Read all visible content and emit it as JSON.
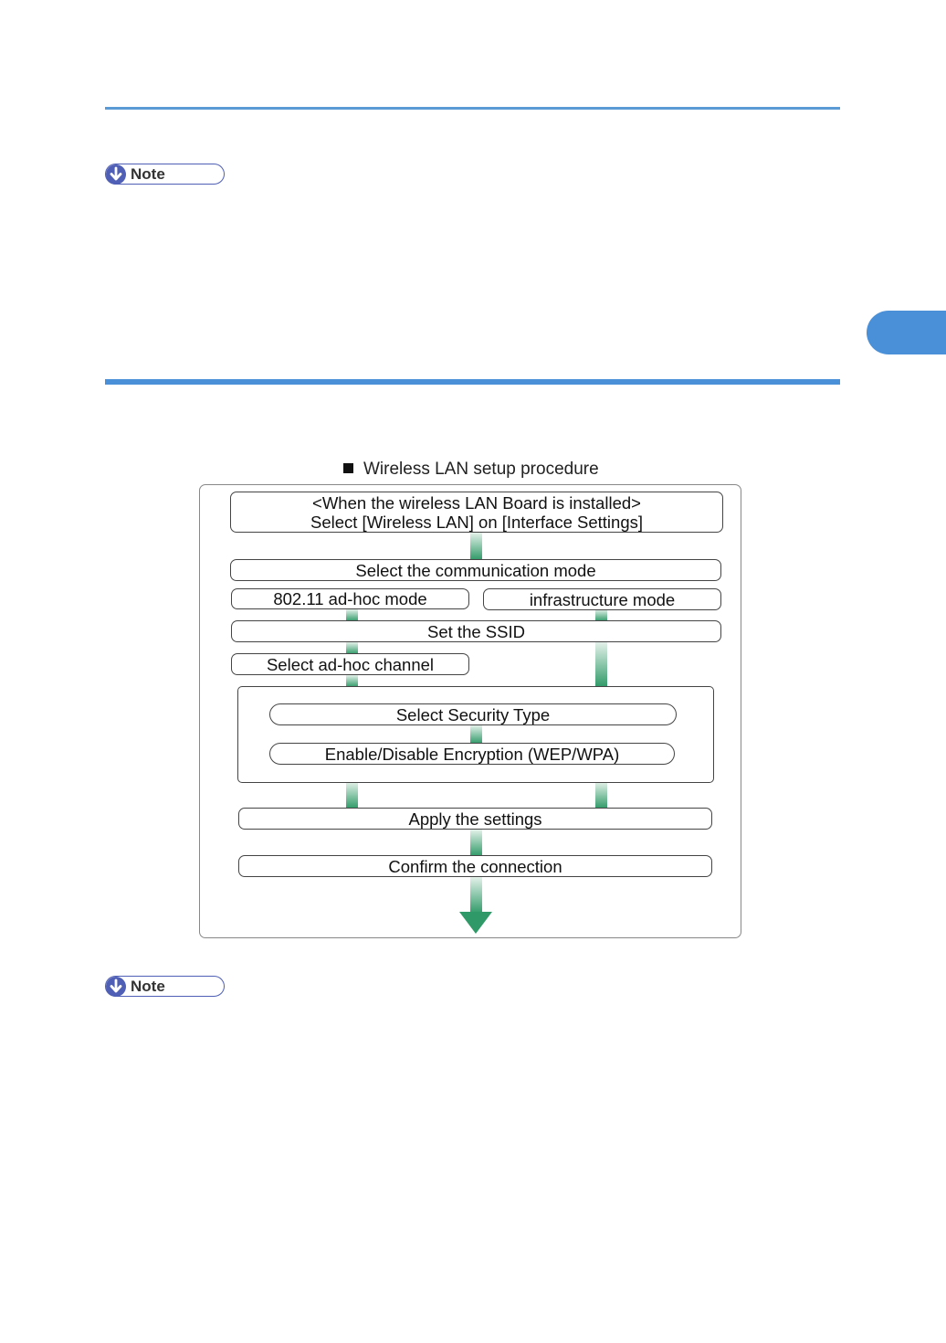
{
  "notes": [
    {
      "label": "Note"
    },
    {
      "label": "Note"
    }
  ],
  "diagram": {
    "title": "Wireless LAN setup procedure",
    "step_install_line1": "<When the wireless LAN Board is installed>",
    "step_install_line2": "Select [Wireless LAN] on [Interface Settings]",
    "step_comm_mode": "Select the communication mode",
    "mode_adhoc": "802.11 ad-hoc mode",
    "mode_infra": "infrastructure mode",
    "step_ssid": "Set the SSID",
    "step_adhoc_channel": "Select ad-hoc channel",
    "step_security_type": "Select Security Type",
    "step_encryption": "Enable/Disable  Encryption (WEP/WPA)",
    "step_apply": "Apply the settings",
    "step_confirm": "Confirm the connection",
    "colors": {
      "connector": "#2f9a68",
      "rule": "#4a90d9",
      "note_border": "#4f5fb5"
    }
  }
}
